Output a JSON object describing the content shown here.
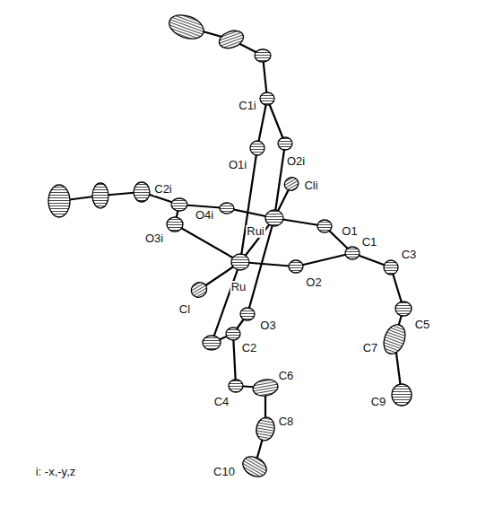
{
  "diagram": {
    "labels": [
      "C1i",
      "O1i",
      "O2i",
      "Cli",
      "C2i",
      "O4i",
      "Rui",
      "O1",
      "O3i",
      "C1",
      "C3",
      "O2",
      "Ru",
      "Cl",
      "O3",
      "C5",
      "C2",
      "C7",
      "C4",
      "C6",
      "C9",
      "C8",
      "C10",
      "i: -x,-y,z"
    ]
  }
}
